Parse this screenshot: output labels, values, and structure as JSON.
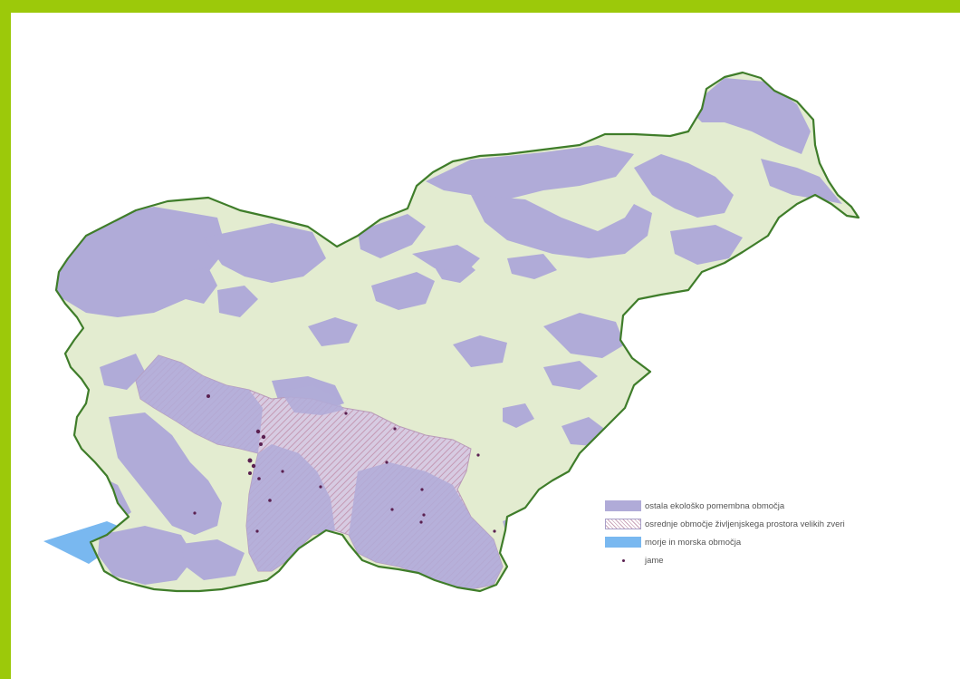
{
  "map": {
    "colors": {
      "frame": "#9cc90a",
      "land": "#e3ecd0",
      "border": "#3f7d2a",
      "ecological_area": "#b0abd8",
      "large_carnivore_area_hatch": "#c9a3b8",
      "sea": "#79b8f0",
      "caves": "#5a2050"
    }
  },
  "legend": {
    "items": [
      {
        "id": "eco",
        "label": "ostala ekološko pomembna območja"
      },
      {
        "id": "carnivore",
        "label": "osrednje območje življenjskega prostora velikih zveri"
      },
      {
        "id": "sea",
        "label": "morje in morska območja"
      },
      {
        "id": "caves",
        "label": "jame"
      }
    ]
  }
}
